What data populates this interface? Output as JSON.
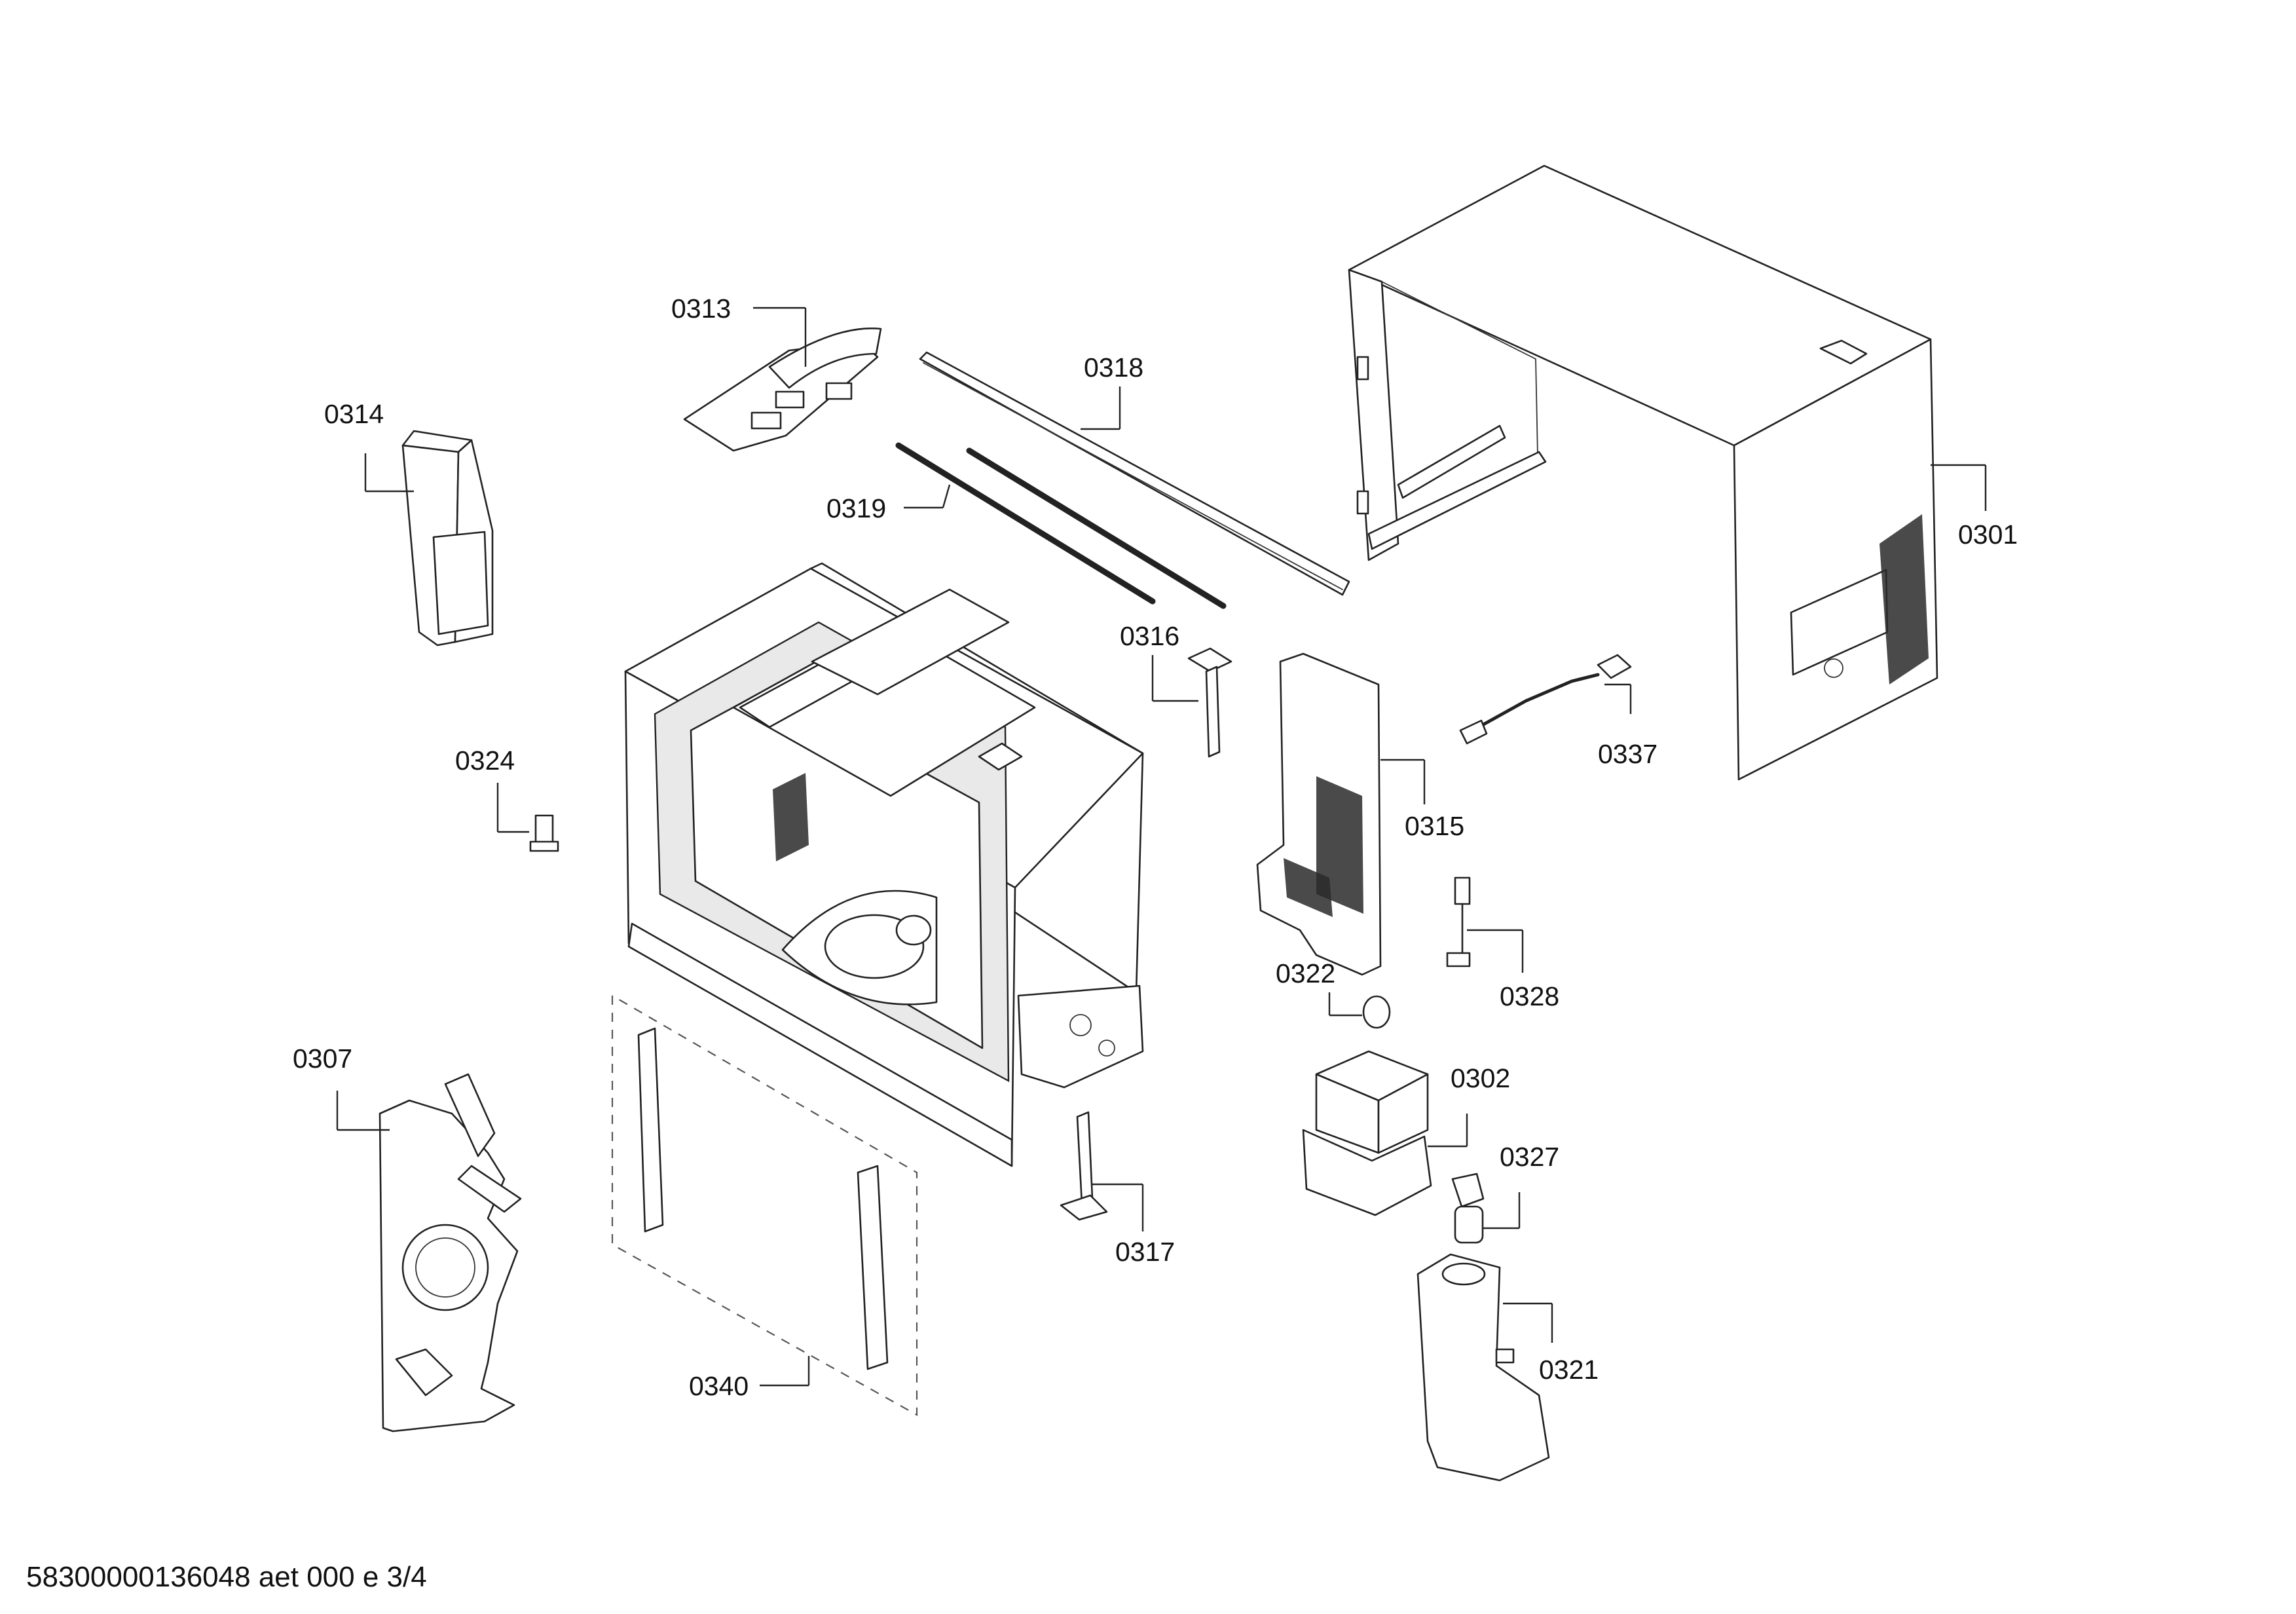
{
  "drawing": {
    "footer_text": "58300000136048 aet 000 e 3/4",
    "callouts": {
      "p0301": "0301",
      "p0302": "0302",
      "p0307": "0307",
      "p0313": "0313",
      "p0314": "0314",
      "p0315": "0315",
      "p0316": "0316",
      "p0317": "0317",
      "p0318": "0318",
      "p0319": "0319",
      "p0321": "0321",
      "p0322": "0322",
      "p0324": "0324",
      "p0327": "0327",
      "p0328": "0328",
      "p0337": "0337",
      "p0340": "0340"
    }
  }
}
